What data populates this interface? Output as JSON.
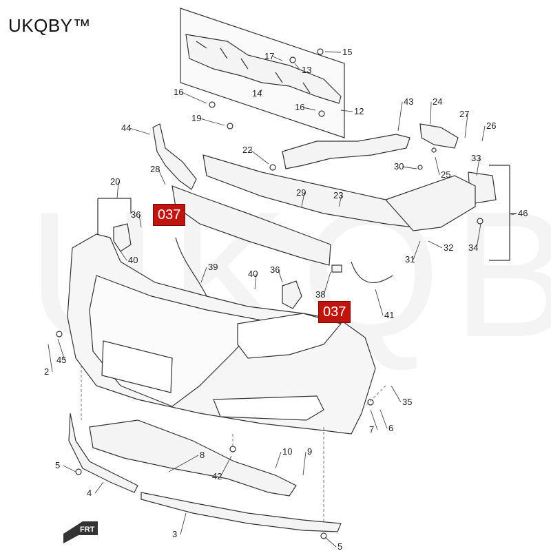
{
  "brand": "UKQBY™",
  "watermark": "UKQBY™",
  "direction_label": "FRT",
  "badges": [
    "037",
    "037"
  ],
  "callouts": [
    "15",
    "17",
    "13",
    "14",
    "16",
    "16",
    "19",
    "12",
    "43",
    "24",
    "27",
    "26",
    "44",
    "22",
    "30",
    "25",
    "33",
    "28",
    "29",
    "23",
    "20",
    "36",
    "46",
    "40",
    "39",
    "40",
    "36",
    "38",
    "32",
    "34",
    "31",
    "41",
    "45",
    "2",
    "35",
    "7",
    "6",
    "8",
    "10",
    "9",
    "5",
    "42",
    "4",
    "3",
    "5"
  ],
  "colors": {
    "badge_bg": "#c0140f",
    "line": "#333333",
    "part_fill": "#f4f4f4"
  }
}
